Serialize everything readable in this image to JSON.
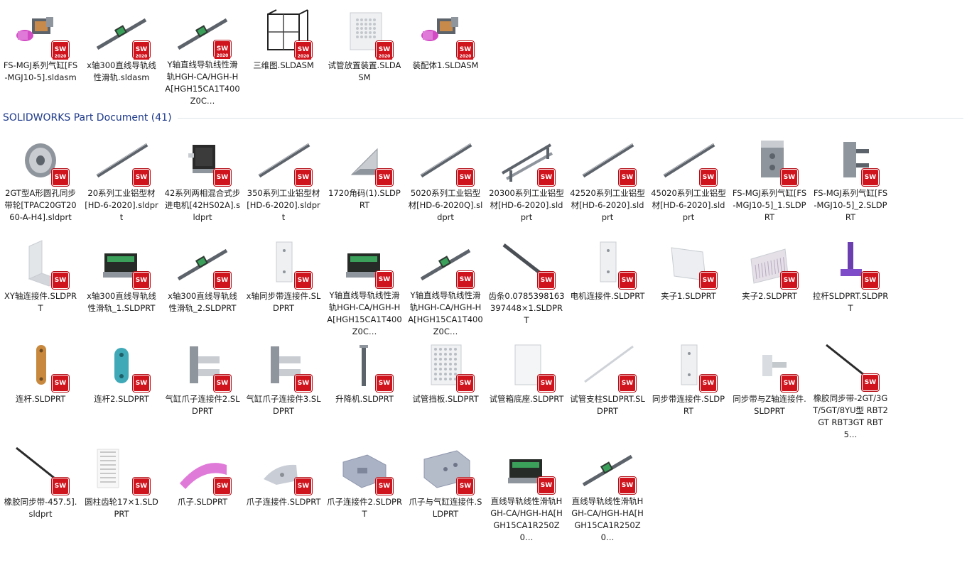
{
  "section": {
    "title": "SOLIDWORKS Part Document (41)"
  },
  "badge": {
    "text": "SW",
    "year": "2020"
  },
  "assemblies": [
    {
      "label": "FS-MGJ系列气缸[FS-MGJ10-5].sldasm",
      "icon": "cylinder-assembly-icon",
      "kind": "cyl"
    },
    {
      "label": "x轴300直线导轨线性滑轨.sldasm",
      "icon": "linear-rail-icon",
      "kind": "rail"
    },
    {
      "label": "Y轴直线导轨线性滑轨HGH-CA/HGH-HA[HGH15CA1T400Z0C…",
      "icon": "linear-rail-icon",
      "kind": "rail"
    },
    {
      "label": "三维图.SLDASM",
      "icon": "frame-assembly-icon",
      "kind": "frame"
    },
    {
      "label": "试管放置装置.SLDASM",
      "icon": "tube-rack-icon",
      "kind": "box"
    },
    {
      "label": "装配体1.SLDASM",
      "icon": "cylinder-assembly-icon",
      "kind": "cyl"
    }
  ],
  "parts": [
    {
      "label": "2GT型A形圆孔同步带轮[TPAC20GT2060-A-H4].sldprt",
      "icon": "pulley-icon",
      "kind": "pulley"
    },
    {
      "label": "20系列工业铝型材[HD-6-2020].sldprt",
      "icon": "aluminum-profile-icon",
      "kind": "bar"
    },
    {
      "label": "42系列两相混合式步进电机[42HS02A].sldprt",
      "icon": "stepper-motor-icon",
      "kind": "motor"
    },
    {
      "label": "350系列工业铝型材[HD-6-2020].sldprt",
      "icon": "aluminum-profile-icon",
      "kind": "bar"
    },
    {
      "label": "1720角码(1).SLDPRT",
      "icon": "corner-bracket-icon",
      "kind": "corner"
    },
    {
      "label": "5020系列工业铝型材[HD-6-2020Q].sldprt",
      "icon": "aluminum-profile-icon",
      "kind": "bar"
    },
    {
      "label": "20300系列工业铝型材[HD-6-2020].sldprt",
      "icon": "aluminum-profile-icon",
      "kind": "bars"
    },
    {
      "label": "42520系列工业铝型材[HD-6-2020].sldprt",
      "icon": "aluminum-profile-icon",
      "kind": "bar"
    },
    {
      "label": "45020系列工业铝型材[HD-6-2020].sldprt",
      "icon": "aluminum-profile-icon",
      "kind": "bar"
    },
    {
      "label": "FS-MGJ系列气缸[FS-MGJ10-5]_1.SLDPRT",
      "icon": "cylinder-body-icon",
      "kind": "block"
    },
    {
      "label": "FS-MGJ系列气缸[FS-MGJ10-5]_2.SLDPRT",
      "icon": "cylinder-body-icon",
      "kind": "plate2"
    },
    {
      "label": "XY轴连接件.SLDPRT",
      "icon": "bracket-icon",
      "kind": "lbracket"
    },
    {
      "label": "x轴300直线导轨线性滑轨_1.SLDPRT",
      "icon": "slider-block-icon",
      "kind": "slider"
    },
    {
      "label": "x轴300直线导轨线性滑轨_2.SLDPRT",
      "icon": "linear-rail-icon",
      "kind": "rail"
    },
    {
      "label": "x轴同步带连接件.SLDPRT",
      "icon": "plate-icon",
      "kind": "plate"
    },
    {
      "label": "Y轴直线导轨线性滑轨HGH-CA/HGH-HA[HGH15CA1T400Z0C…",
      "icon": "slider-block-icon",
      "kind": "slider"
    },
    {
      "label": "Y轴直线导轨线性滑轨HGH-CA/HGH-HA[HGH15CA1T400Z0C…",
      "icon": "linear-rail-icon",
      "kind": "rail"
    },
    {
      "label": "齿条0.0785398163397448×1.SLDPRT",
      "icon": "rack-gear-icon",
      "kind": "rack"
    },
    {
      "label": "电机连接件.SLDPRT",
      "icon": "plate-icon",
      "kind": "plate"
    },
    {
      "label": "夹子1.SLDPRT",
      "icon": "clip-icon",
      "kind": "flatplate"
    },
    {
      "label": "夹子2.SLDPRT",
      "icon": "clip-icon",
      "kind": "comb"
    },
    {
      "label": "拉杆SLDPRT.SLDPRT",
      "icon": "pull-rod-icon",
      "kind": "purple"
    },
    {
      "label": "连杆.SLDPRT",
      "icon": "link-rod-icon",
      "kind": "link"
    },
    {
      "label": "连杆2.SLDPRT",
      "icon": "link-rod-icon",
      "kind": "link2"
    },
    {
      "label": "气缸爪子连接件2.SLDPRT",
      "icon": "bracket-icon",
      "kind": "tbracket"
    },
    {
      "label": "气缸爪子连接件3.SLDPRT",
      "icon": "bracket-icon",
      "kind": "tbracket"
    },
    {
      "label": "升降机.SLDPRT",
      "icon": "lift-shaft-icon",
      "kind": "shaft"
    },
    {
      "label": "试管挡板.SLDPRT",
      "icon": "tube-baffle-icon",
      "kind": "holes"
    },
    {
      "label": "试管箱底座.SLDPRT",
      "icon": "base-plate-icon",
      "kind": "panel"
    },
    {
      "label": "试管支柱SLDPRT.SLDPRT",
      "icon": "pillar-icon",
      "kind": "thinrod"
    },
    {
      "label": "同步带连接件.SLDPRT",
      "icon": "plate-icon",
      "kind": "plate"
    },
    {
      "label": "同步带与Z轴连接件.SLDPRT",
      "icon": "bracket-icon",
      "kind": "smallbracket"
    },
    {
      "label": "橡胶同步带-2GT/3GT/5GT/8YU型 RBT2GT RBT3GT RBT5…",
      "icon": "timing-belt-icon",
      "kind": "belt"
    },
    {
      "label": "橡胶同步带-457.5].sldprt",
      "icon": "timing-belt-icon",
      "kind": "belt"
    },
    {
      "label": "圆柱齿轮17×1.SLDPRT",
      "icon": "spur-gear-icon",
      "kind": "gear"
    },
    {
      "label": "爪子.SLDPRT",
      "icon": "claw-icon",
      "kind": "claw"
    },
    {
      "label": "爪子连接件.SLDPRT",
      "icon": "claw-connector-icon",
      "kind": "clawconn"
    },
    {
      "label": "爪子连接件2.SLDPRT",
      "icon": "claw-connector-icon",
      "kind": "block2"
    },
    {
      "label": "爪子与气缸连接件.SLDPRT",
      "icon": "claw-connector-icon",
      "kind": "block3"
    },
    {
      "label": "直线导轨线性滑轨HGH-CA/HGH-HA[HGH15CA1R250Z0…",
      "icon": "slider-block-icon",
      "kind": "slider"
    },
    {
      "label": "直线导轨线性滑轨HGH-CA/HGH-HA[HGH15CA1R250Z0…",
      "icon": "linear-rail-icon",
      "kind": "rail"
    }
  ]
}
